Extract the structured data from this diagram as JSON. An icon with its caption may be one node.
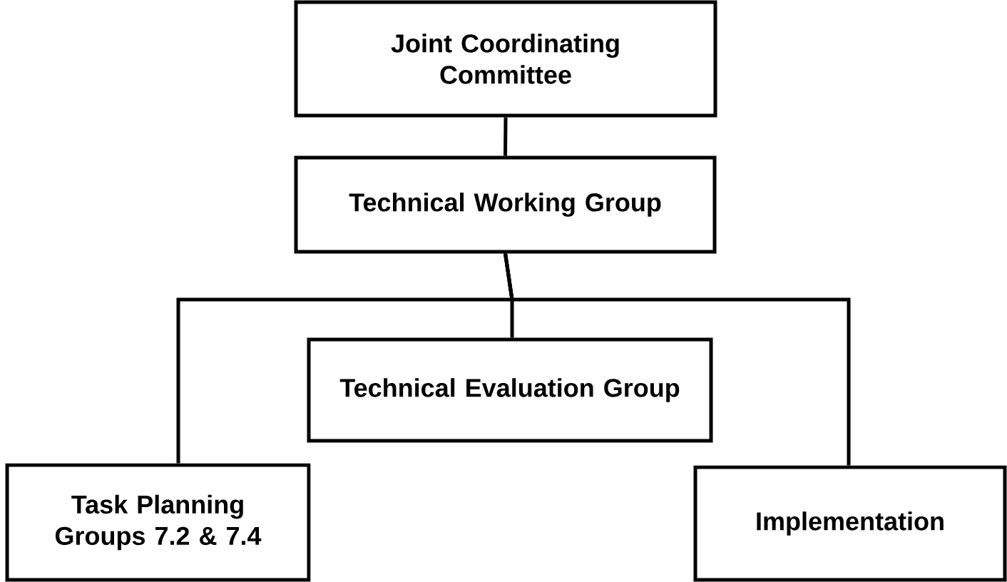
{
  "diagram": {
    "nodes": [
      {
        "text": [
          "Joint Coordinating Committee"
        ]
      },
      {
        "text": [
          "Technical Working Group"
        ]
      },
      {
        "text": [
          "Technical Evaluation Group"
        ]
      },
      {
        "text": [
          "Task Planning Groups 7.2 & 7.4"
        ]
      },
      {
        "text": [
          "Implementation"
        ]
      }
    ],
    "edges": [
      {
        "from": 0,
        "to": 1,
        "arrow": "none"
      },
      {
        "from": 1,
        "to": 2,
        "arrow": "none"
      },
      {
        "from": 1,
        "to": 3,
        "arrow": "none"
      },
      {
        "from": 1,
        "to": 4,
        "arrow": "none"
      }
    ]
  }
}
